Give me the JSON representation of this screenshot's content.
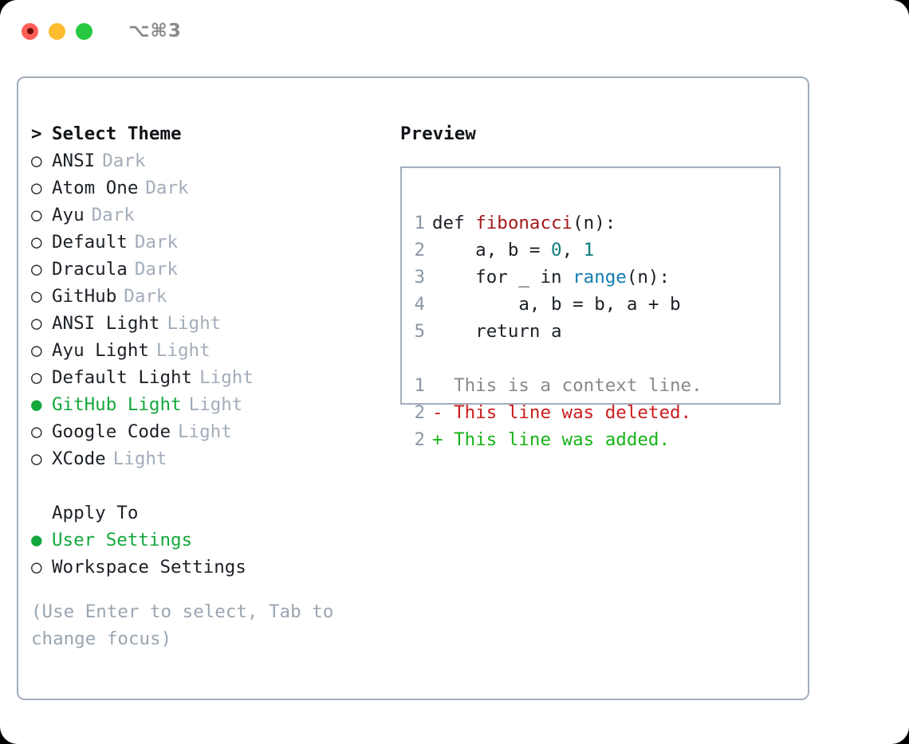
{
  "titlebar": {
    "shortcut": "⌥⌘3",
    "lights": [
      "close-red",
      "minimize-yellow",
      "maximize-green"
    ]
  },
  "theme_picker": {
    "heading_caret": ">",
    "heading": "Select Theme",
    "bullet_unselected": "○",
    "bullet_selected": "●",
    "selected_color": "#14a83c",
    "items": [
      {
        "name": "ANSI",
        "variant": "Dark",
        "selected": false
      },
      {
        "name": "Atom One",
        "variant": "Dark",
        "selected": false
      },
      {
        "name": "Ayu",
        "variant": "Dark",
        "selected": false
      },
      {
        "name": "Default",
        "variant": "Dark",
        "selected": false
      },
      {
        "name": "Dracula",
        "variant": "Dark",
        "selected": false
      },
      {
        "name": "GitHub",
        "variant": "Dark",
        "selected": false
      },
      {
        "name": "ANSI Light",
        "variant": "Light",
        "selected": false
      },
      {
        "name": "Ayu Light",
        "variant": "Light",
        "selected": false
      },
      {
        "name": "Default Light",
        "variant": "Light",
        "selected": false
      },
      {
        "name": "GitHub Light",
        "variant": "Light",
        "selected": true
      },
      {
        "name": "Google Code",
        "variant": "Light",
        "selected": false
      },
      {
        "name": "XCode",
        "variant": "Light",
        "selected": false
      }
    ]
  },
  "apply_to": {
    "heading": "Apply To",
    "options": [
      {
        "label": "User Settings",
        "selected": true
      },
      {
        "label": "Workspace Settings",
        "selected": false
      }
    ]
  },
  "hint": "(Use Enter to select, Tab to change focus)",
  "preview": {
    "title": "Preview",
    "code_lines": [
      {
        "num": "1",
        "segments": [
          {
            "t": "def ",
            "c": "plain"
          },
          {
            "t": "fibonacci",
            "c": "func"
          },
          {
            "t": "(n):",
            "c": "plain"
          }
        ]
      },
      {
        "num": "2",
        "segments": [
          {
            "t": "    a, b = ",
            "c": "plain"
          },
          {
            "t": "0",
            "c": "num"
          },
          {
            "t": ", ",
            "c": "plain"
          },
          {
            "t": "1",
            "c": "num"
          }
        ]
      },
      {
        "num": "3",
        "segments": [
          {
            "t": "    for _ in ",
            "c": "plain"
          },
          {
            "t": "range",
            "c": "call"
          },
          {
            "t": "(n):",
            "c": "plain"
          }
        ]
      },
      {
        "num": "4",
        "segments": [
          {
            "t": "        a, b = b, a + b",
            "c": "plain"
          }
        ]
      },
      {
        "num": "5",
        "segments": [
          {
            "t": "    return a",
            "c": "plain"
          }
        ]
      }
    ],
    "diff_lines": [
      {
        "num": "1",
        "marker": " ",
        "text": " This is a context line.",
        "kind": "ctx"
      },
      {
        "num": "2",
        "marker": "-",
        "text": " This line was deleted.",
        "kind": "del"
      },
      {
        "num": "2",
        "marker": "+",
        "text": " This line was added.",
        "kind": "add"
      }
    ]
  }
}
